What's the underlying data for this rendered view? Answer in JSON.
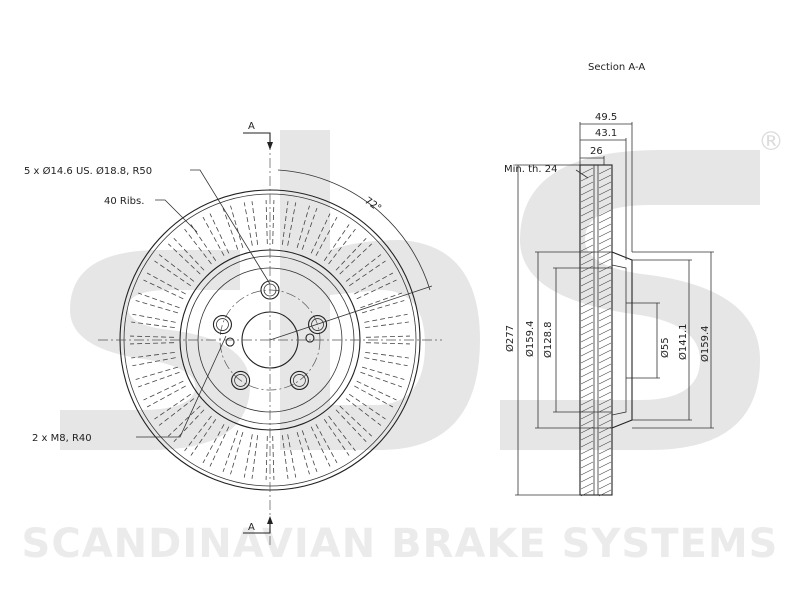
{
  "watermark": {
    "logo_text": "sbs",
    "registered_symbol": "®",
    "brand_line": "SCANDINAVIAN BRAKE SYSTEMS"
  },
  "front_view": {
    "section_marker_top": "A",
    "section_marker_bottom": "A",
    "callouts": {
      "bolt_holes": "5 x Ø14.6 US. Ø18.8, R50",
      "ribs": "40 Ribs.",
      "threaded_holes": "2 x M8, R40",
      "angle": "72°"
    },
    "bolt_hole_count": 5,
    "rib_count": 40,
    "threaded_hole_count": 2
  },
  "section_view": {
    "title": "Section A-A",
    "min_thickness_label": "Min. th. 24",
    "widths": [
      "49.5",
      "43.1",
      "26"
    ],
    "diameters_left": [
      "Ø277",
      "Ø159.4",
      "Ø128.8"
    ],
    "diameters_right": [
      "Ø55",
      "Ø141.1",
      "Ø159.4"
    ]
  },
  "colors": {
    "line": "#222222",
    "watermark": "#e6e6e6",
    "background": "#ffffff"
  }
}
